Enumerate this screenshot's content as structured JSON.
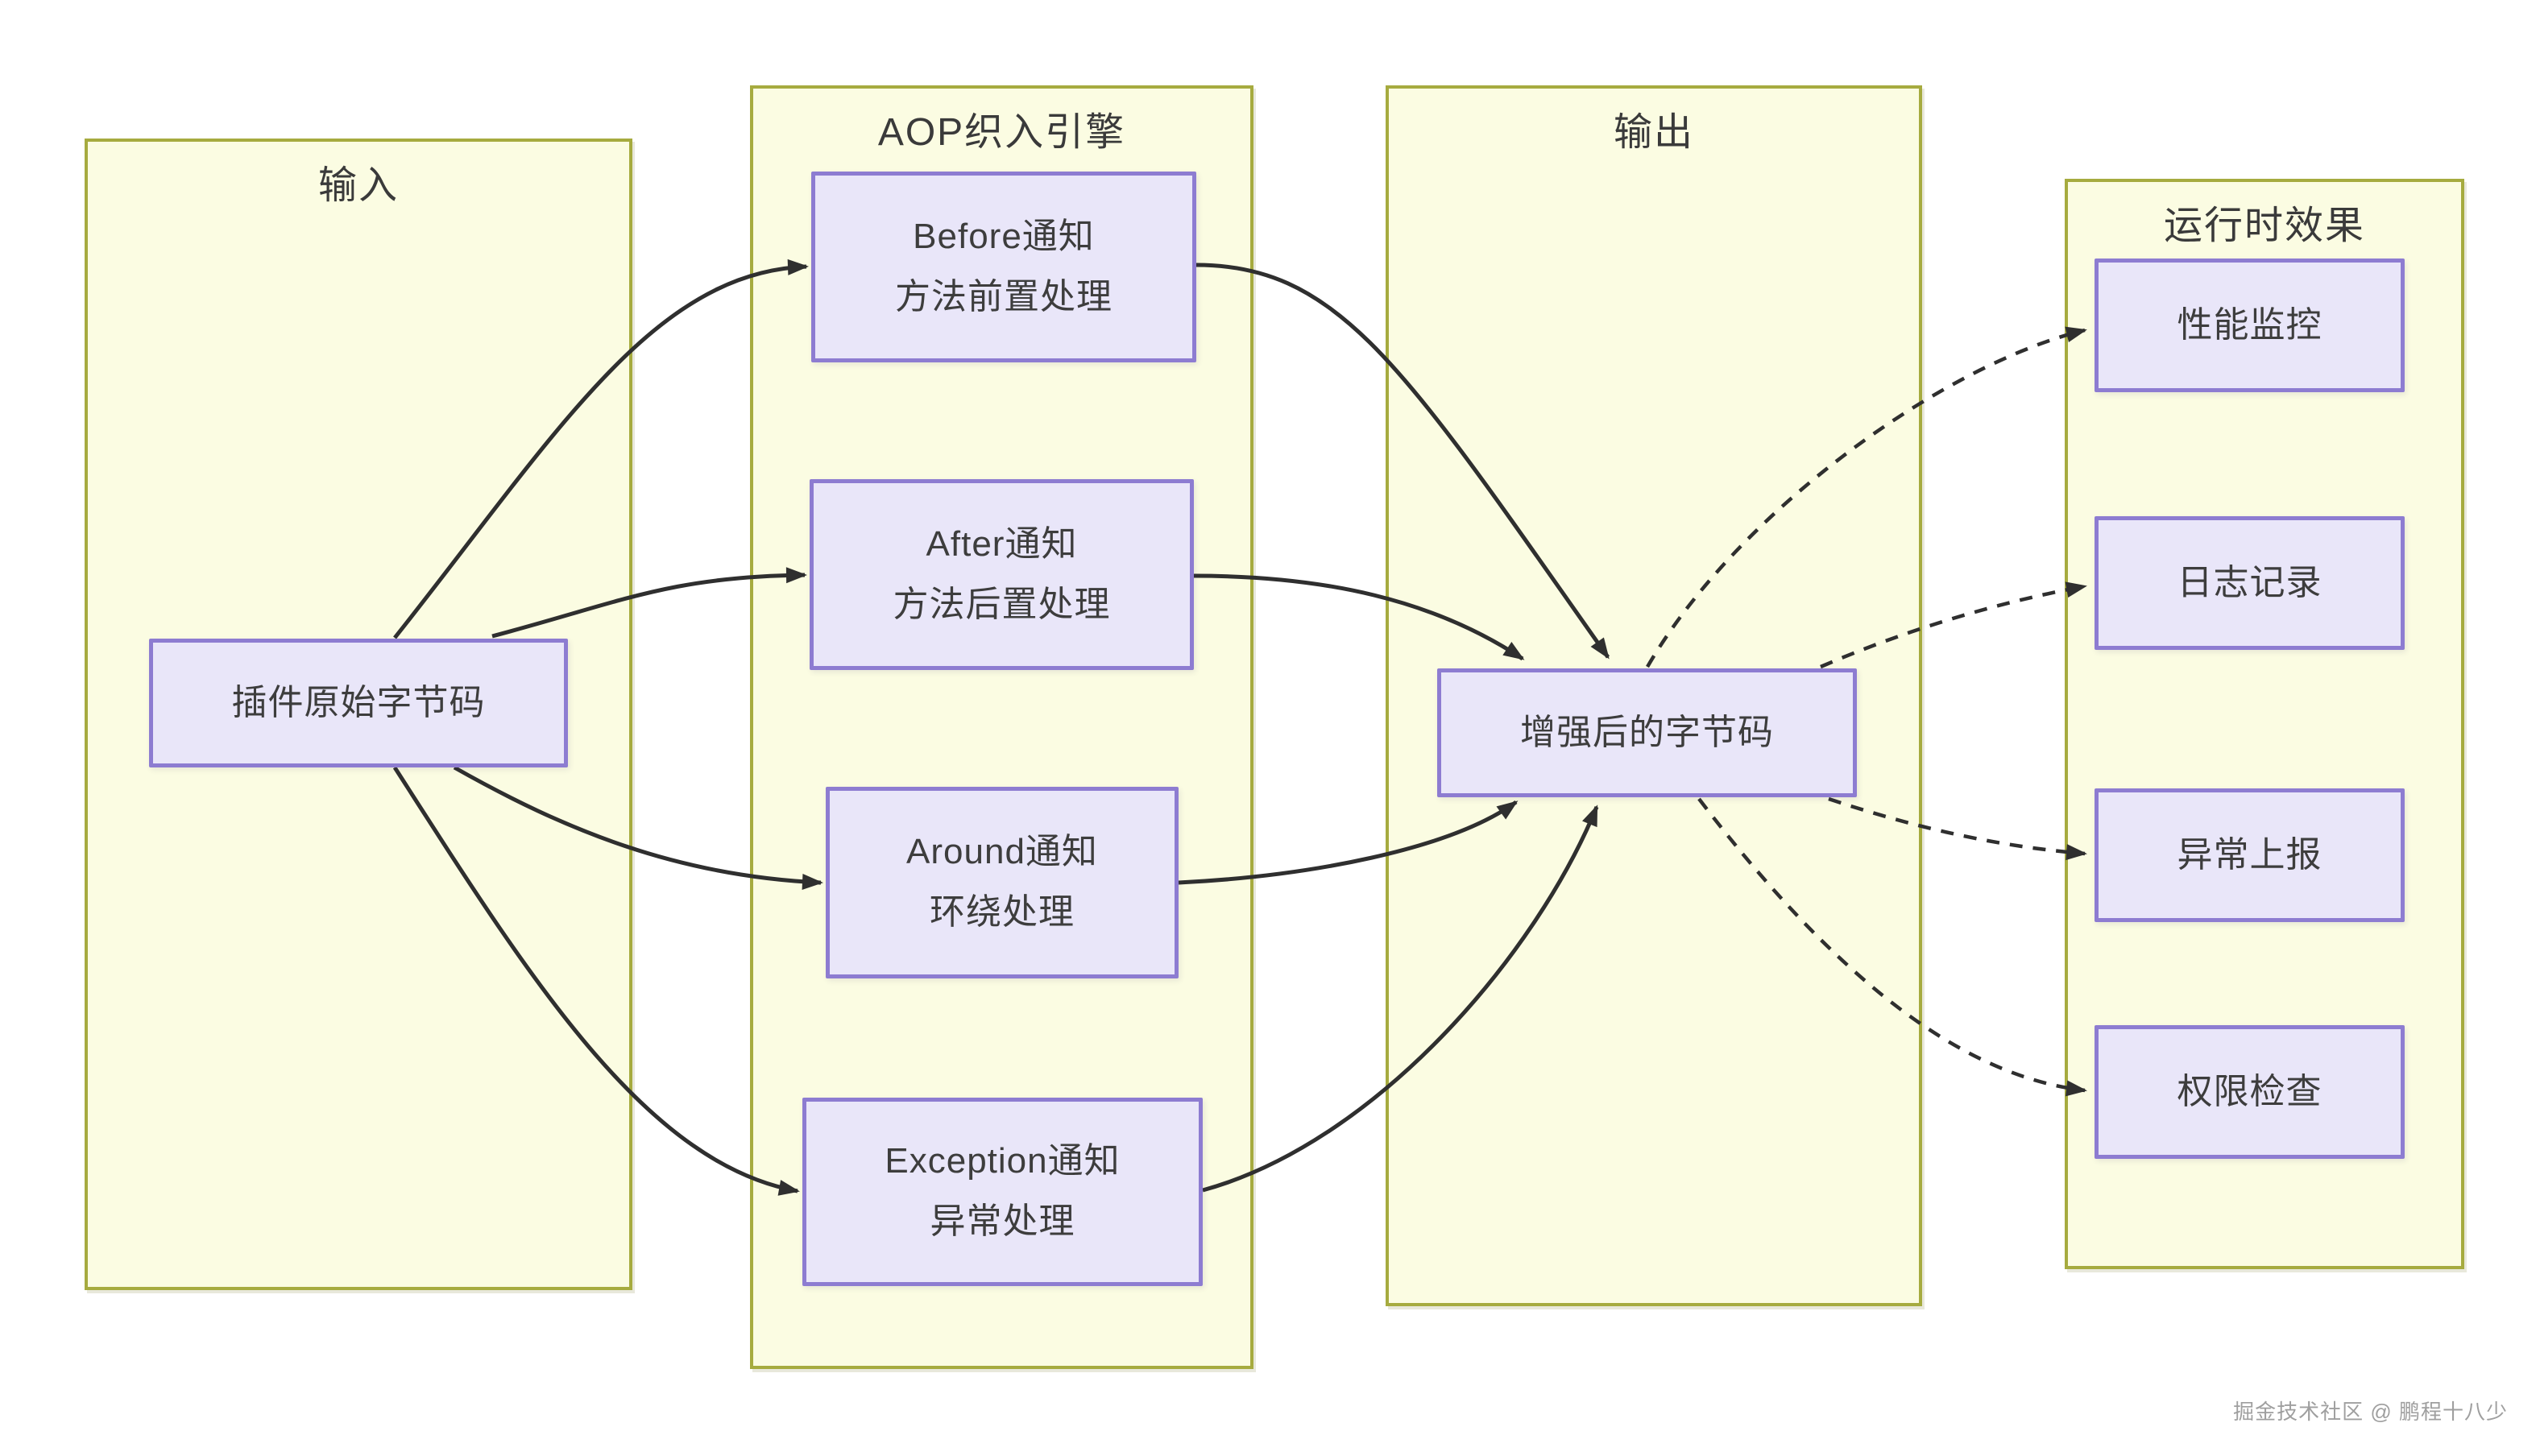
{
  "containers": {
    "input": {
      "title": "输入"
    },
    "engine": {
      "title": "AOP织入引擎"
    },
    "output": {
      "title": "输出"
    },
    "runtime": {
      "title": "运行时效果"
    }
  },
  "nodes": {
    "source": {
      "label": "插件原始字节码"
    },
    "before": {
      "label": "Before通知\n方法前置处理"
    },
    "after": {
      "label": "After通知\n方法后置处理"
    },
    "around": {
      "label": "Around通知\n环绕处理"
    },
    "exception": {
      "label": "Exception通知\n异常处理"
    },
    "enhanced": {
      "label": "增强后的字节码"
    },
    "perf": {
      "label": "性能监控"
    },
    "log": {
      "label": "日志记录"
    },
    "report": {
      "label": "异常上报"
    },
    "perm": {
      "label": "权限检查"
    }
  },
  "edges": [
    {
      "from": "source",
      "to": "before",
      "style": "solid"
    },
    {
      "from": "source",
      "to": "after",
      "style": "solid"
    },
    {
      "from": "source",
      "to": "around",
      "style": "solid"
    },
    {
      "from": "source",
      "to": "exception",
      "style": "solid"
    },
    {
      "from": "before",
      "to": "enhanced",
      "style": "solid"
    },
    {
      "from": "after",
      "to": "enhanced",
      "style": "solid"
    },
    {
      "from": "around",
      "to": "enhanced",
      "style": "solid"
    },
    {
      "from": "exception",
      "to": "enhanced",
      "style": "solid"
    },
    {
      "from": "enhanced",
      "to": "perf",
      "style": "dashed"
    },
    {
      "from": "enhanced",
      "to": "log",
      "style": "dashed"
    },
    {
      "from": "enhanced",
      "to": "report",
      "style": "dashed"
    },
    {
      "from": "enhanced",
      "to": "perm",
      "style": "dashed"
    }
  ],
  "colors": {
    "background": "#ffffff",
    "container_fill": "#fbfce2",
    "container_border": "#a6ab3f",
    "node_fill": "#e9e6f9",
    "node_border": "#8d7cd1",
    "arrow": "#2f2f2f",
    "text": "#3d3d3d",
    "watermark_text": "#9f9f9f"
  },
  "watermark": "掘金技术社区 @ 鹏程十八少"
}
